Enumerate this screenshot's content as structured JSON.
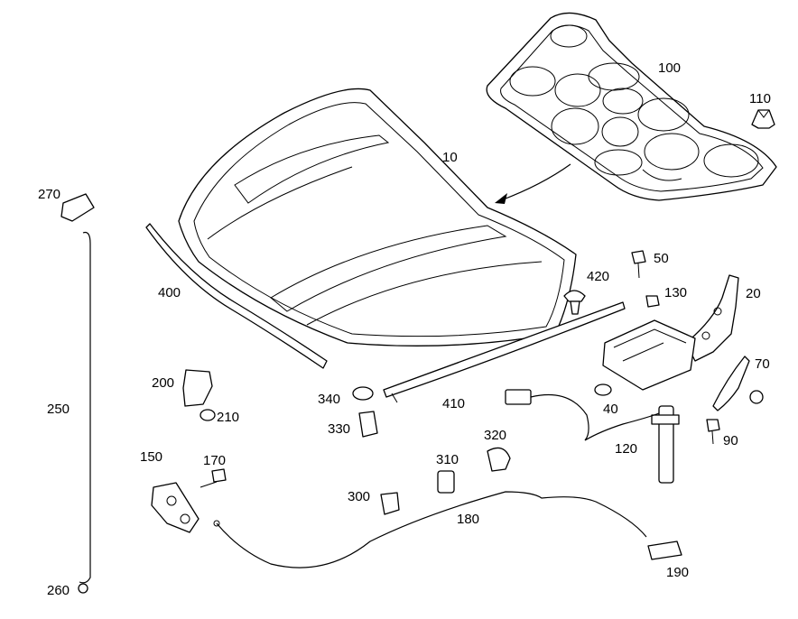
{
  "diagram": {
    "callouts": [
      {
        "id": "c10",
        "text": "10"
      },
      {
        "id": "c20",
        "text": "20"
      },
      {
        "id": "c40",
        "text": "40"
      },
      {
        "id": "c50",
        "text": "50"
      },
      {
        "id": "c70",
        "text": "70"
      },
      {
        "id": "c90",
        "text": "90"
      },
      {
        "id": "c100",
        "text": "100"
      },
      {
        "id": "c110",
        "text": "110"
      },
      {
        "id": "c120",
        "text": "120"
      },
      {
        "id": "c130",
        "text": "130"
      },
      {
        "id": "c150",
        "text": "150"
      },
      {
        "id": "c170",
        "text": "170"
      },
      {
        "id": "c180",
        "text": "180"
      },
      {
        "id": "c190",
        "text": "190"
      },
      {
        "id": "c200",
        "text": "200"
      },
      {
        "id": "c210",
        "text": "210"
      },
      {
        "id": "c250",
        "text": "250"
      },
      {
        "id": "c260",
        "text": "260"
      },
      {
        "id": "c270",
        "text": "270"
      },
      {
        "id": "c300",
        "text": "300"
      },
      {
        "id": "c310",
        "text": "310"
      },
      {
        "id": "c320",
        "text": "320"
      },
      {
        "id": "c330",
        "text": "330"
      },
      {
        "id": "c340",
        "text": "340"
      },
      {
        "id": "c400",
        "text": "400"
      },
      {
        "id": "c410",
        "text": "410"
      },
      {
        "id": "c420",
        "text": "420"
      }
    ]
  }
}
